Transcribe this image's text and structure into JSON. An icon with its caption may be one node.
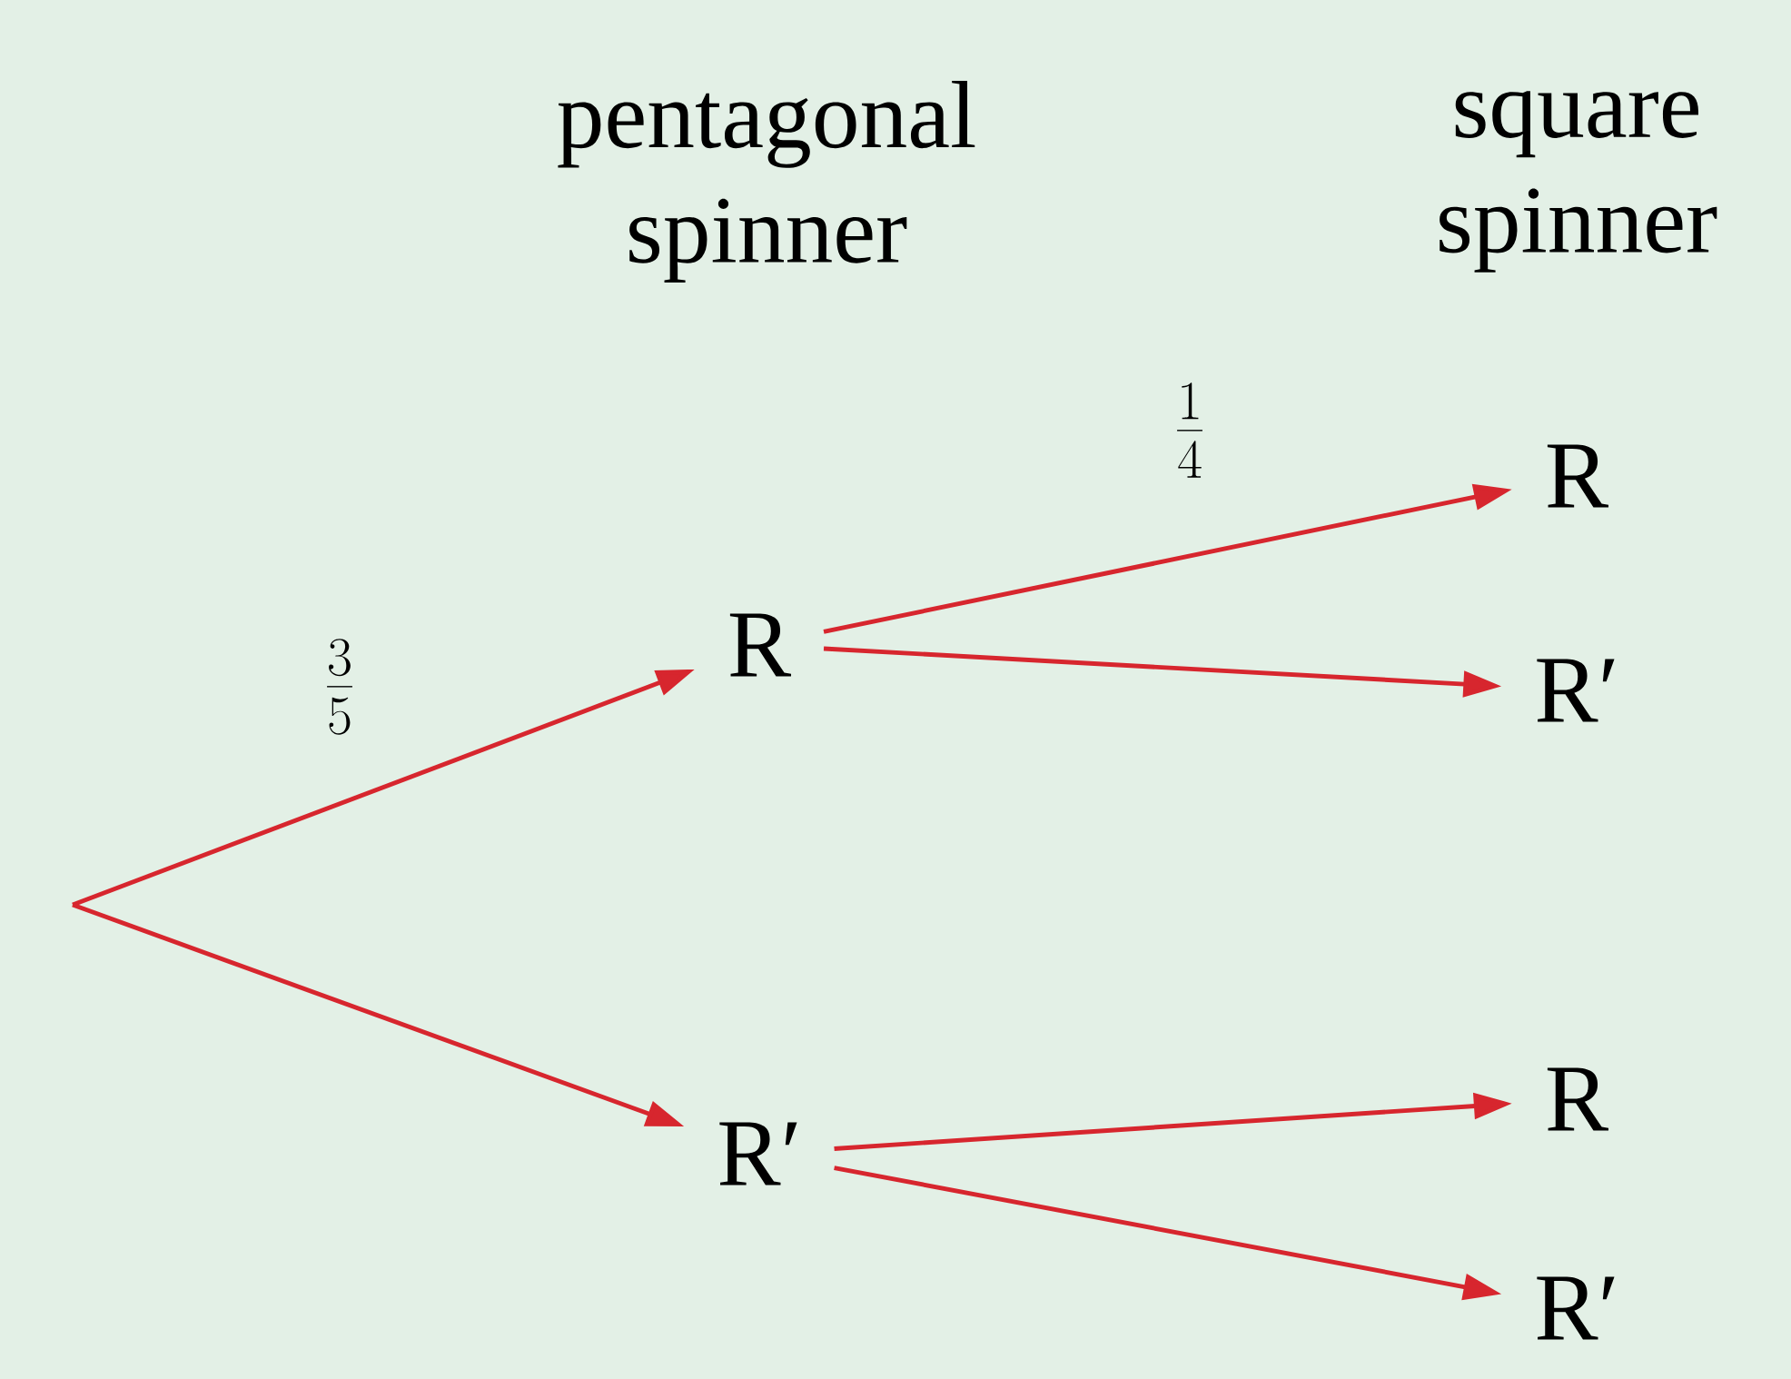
{
  "diagram": {
    "nodes": [
      {
        "text": [
          "R"
        ]
      },
      {
        "text": [
          "R′"
        ]
      },
      {
        "text": [
          "R"
        ]
      },
      {
        "text": [
          "R′"
        ]
      },
      {
        "text": [
          "R"
        ]
      },
      {
        "text": [
          "R′"
        ]
      }
    ],
    "edges": [
      {
        "from": null,
        "to": 0,
        "arrow": "to",
        "label": "\\frac{3}{5}"
      },
      {
        "from": null,
        "to": 1,
        "arrow": "to"
      },
      {
        "from": 0,
        "to": 2,
        "arrow": "to",
        "label": "\\frac{1}{4}"
      },
      {
        "from": 0,
        "to": 3,
        "arrow": "to"
      },
      {
        "from": 1,
        "to": 4,
        "arrow": "to"
      },
      {
        "from": 1,
        "to": 5,
        "arrow": "to"
      }
    ],
    "labels": [
      "pentagonal spinner",
      "square spinner"
    ]
  }
}
